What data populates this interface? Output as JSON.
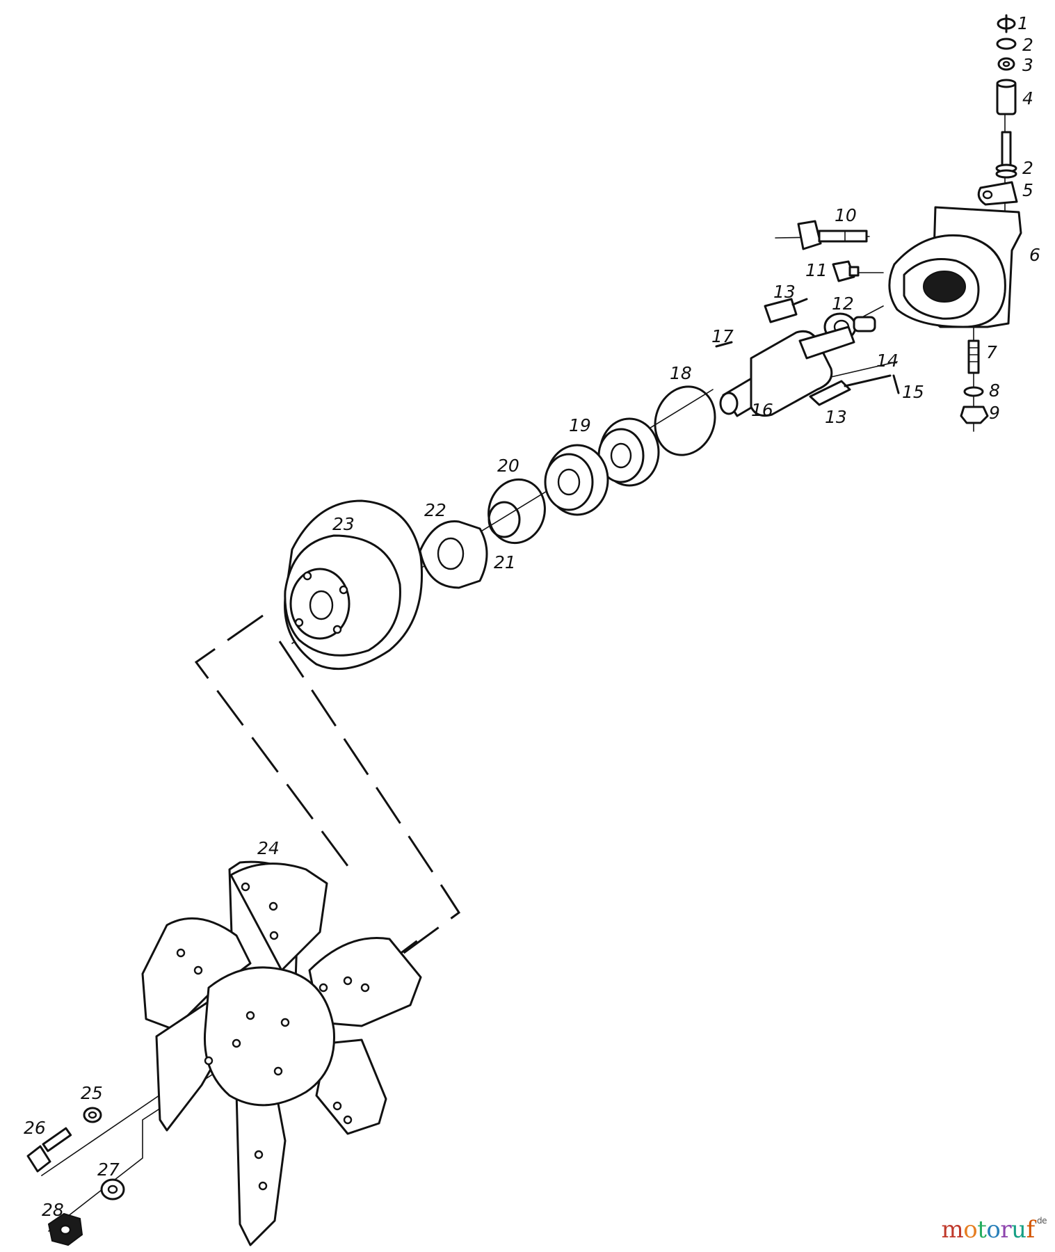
{
  "callouts": [
    {
      "id": "c1",
      "label": "1"
    },
    {
      "id": "c2a",
      "label": "2"
    },
    {
      "id": "c3",
      "label": "3"
    },
    {
      "id": "c4",
      "label": "4"
    },
    {
      "id": "c2b",
      "label": "2"
    },
    {
      "id": "c5",
      "label": "5"
    },
    {
      "id": "c6",
      "label": "6"
    },
    {
      "id": "c7",
      "label": "7"
    },
    {
      "id": "c8",
      "label": "8"
    },
    {
      "id": "c9",
      "label": "9"
    },
    {
      "id": "c10",
      "label": "10"
    },
    {
      "id": "c11",
      "label": "11"
    },
    {
      "id": "c12",
      "label": "12"
    },
    {
      "id": "c13a",
      "label": "13"
    },
    {
      "id": "c13b",
      "label": "13"
    },
    {
      "id": "c14",
      "label": "14"
    },
    {
      "id": "c15",
      "label": "15"
    },
    {
      "id": "c16",
      "label": "16"
    },
    {
      "id": "c17",
      "label": "17"
    },
    {
      "id": "c18",
      "label": "18"
    },
    {
      "id": "c19",
      "label": "19"
    },
    {
      "id": "c20",
      "label": "20"
    },
    {
      "id": "c21",
      "label": "21"
    },
    {
      "id": "c22",
      "label": "22"
    },
    {
      "id": "c23",
      "label": "23"
    },
    {
      "id": "c24",
      "label": "24"
    },
    {
      "id": "c25",
      "label": "25"
    },
    {
      "id": "c26",
      "label": "26"
    },
    {
      "id": "c27",
      "label": "27"
    },
    {
      "id": "c28",
      "label": "28"
    }
  ],
  "watermark": {
    "letters": [
      {
        "ch": "m",
        "color": "#c0392b"
      },
      {
        "ch": "o",
        "color": "#e67e22"
      },
      {
        "ch": "t",
        "color": "#27ae60"
      },
      {
        "ch": "o",
        "color": "#2980b9"
      },
      {
        "ch": "r",
        "color": "#8e44ad"
      },
      {
        "ch": "u",
        "color": "#16a085"
      },
      {
        "ch": "f",
        "color": "#d35400"
      }
    ],
    "suffix": ".de"
  }
}
